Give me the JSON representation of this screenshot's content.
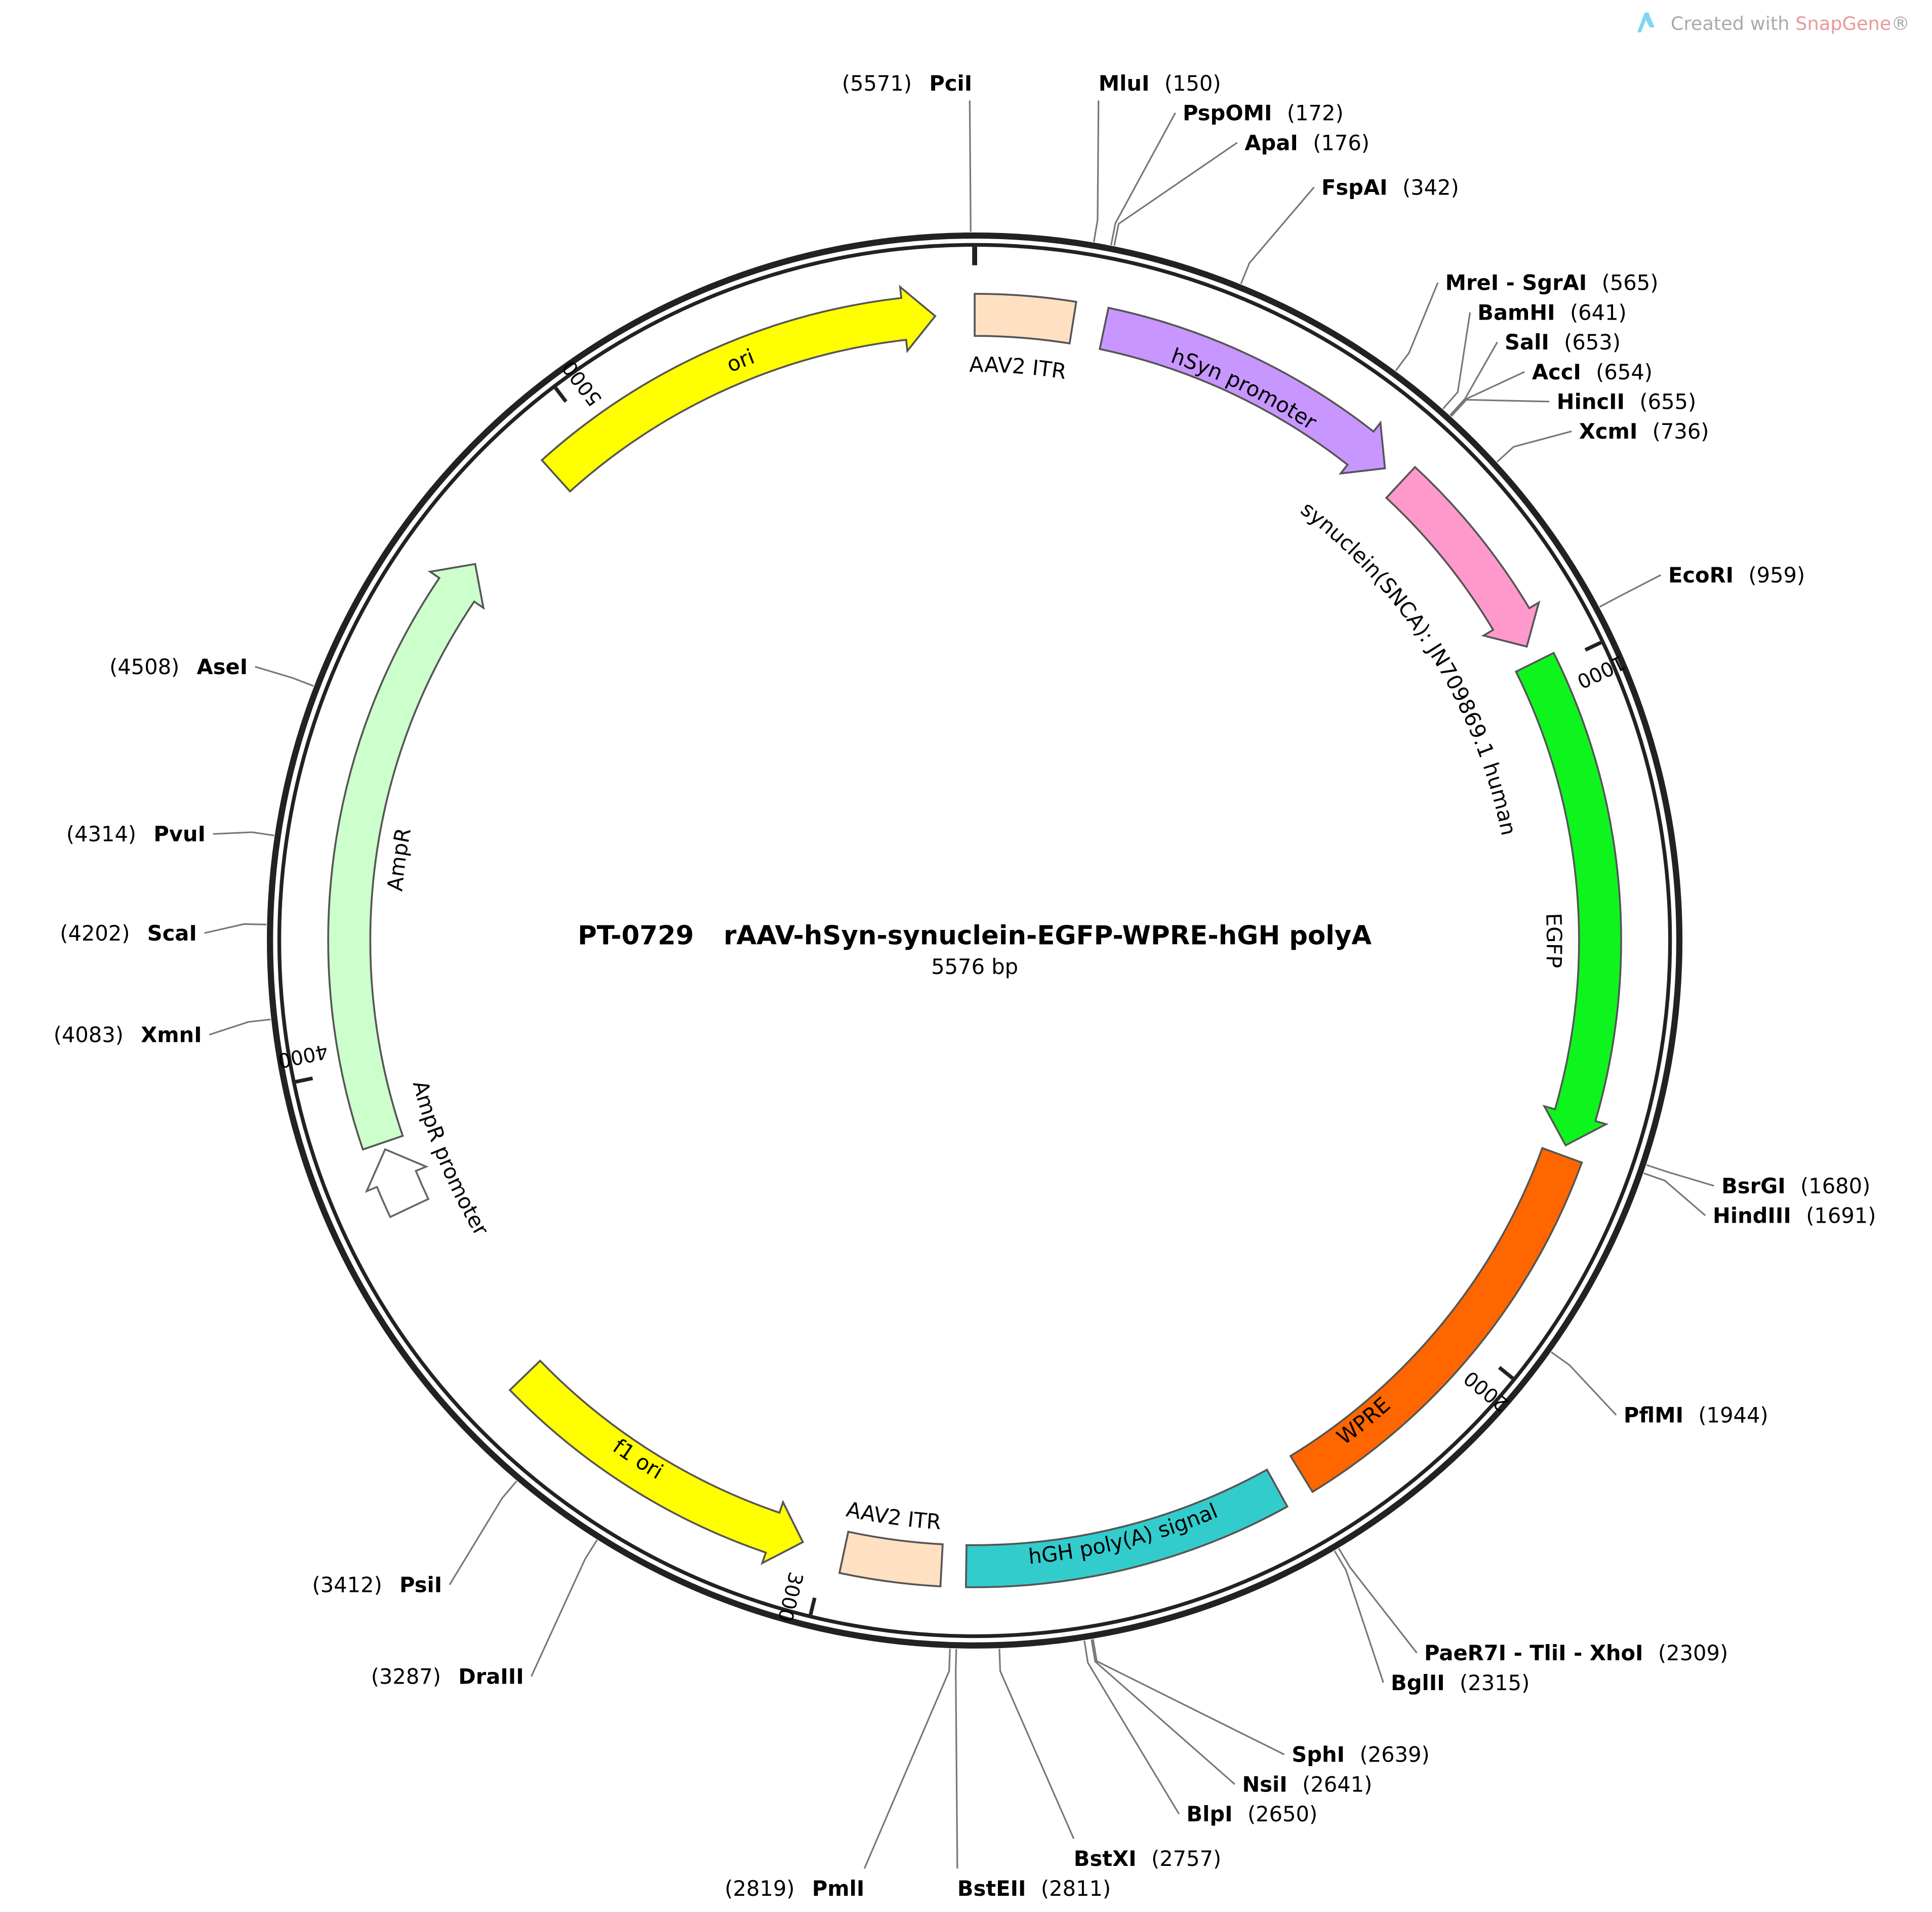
{
  "watermark": {
    "prefix": "Created with ",
    "brand": "SnapGene",
    "suffix": "®"
  },
  "plasmid": {
    "name": "PT-0729",
    "description": "rAAV-hSyn-synuclein-EGFP-WPRE-hGH polyA",
    "length": 5576,
    "length_label": "5576 bp"
  },
  "colors": {
    "backbone": "#222222",
    "site_line": "#777777",
    "outline": "#555555"
  },
  "features": [
    {
      "label": "ori",
      "start": 4925,
      "end": 5520,
      "direction": "forward",
      "color": "#ffff00",
      "text_color": "#000000"
    },
    {
      "label": "AAV2 ITR",
      "start": 0,
      "end": 140,
      "direction": "none",
      "color": "#ffe0c2",
      "text_color": "#000000"
    },
    {
      "label": "hSyn promoter",
      "start": 185,
      "end": 635,
      "direction": "forward",
      "color": "#c896ff",
      "text_color": "#000000"
    },
    {
      "label": "synuclein(SNCA): JN709869.1 human",
      "start": 665,
      "end": 960,
      "direction": "forward",
      "color": "#ff99cc",
      "text_color": "#000000"
    },
    {
      "label": "EGFP",
      "start": 985,
      "end": 1690,
      "direction": "forward",
      "color": "#0ef51e",
      "text_color": "#000000"
    },
    {
      "label": "WPRE",
      "start": 1705,
      "end": 2300,
      "direction": "none",
      "color": "#ff6600",
      "text_color": "#ffffff"
    },
    {
      "label": "hGH poly(A) signal",
      "start": 2340,
      "end": 2800,
      "direction": "none",
      "color": "#33cccc",
      "text_color": "#000000"
    },
    {
      "label": "AAV2 ITR",
      "start": 2835,
      "end": 2975,
      "direction": "none",
      "color": "#ffe0c2",
      "text_color": "#000000"
    },
    {
      "label": "f1 ori",
      "start": 3035,
      "end": 3500,
      "direction": "reverse",
      "color": "#ffff00",
      "text_color": "#000000"
    },
    {
      "label": "AmpR promoter",
      "start": 3790,
      "end": 3880,
      "direction": "forward",
      "color": "#ffffff",
      "text_color": "#000000"
    },
    {
      "label": "AmpR",
      "start": 3890,
      "end": 4755,
      "direction": "forward",
      "color": "#ccffcc",
      "text_color": "#000000"
    }
  ],
  "ticks": [
    {
      "pos": 1000,
      "label": "1000"
    },
    {
      "pos": 2000,
      "label": "2000"
    },
    {
      "pos": 3000,
      "label": "3000"
    },
    {
      "pos": 4000,
      "label": "4000"
    },
    {
      "pos": 5000,
      "label": "5000"
    }
  ],
  "sites": [
    {
      "name": "PciI",
      "pos": 5571,
      "pos_label": "(5571)"
    },
    {
      "name": "MluI",
      "pos": 150,
      "pos_label": "(150)"
    },
    {
      "name": "PspOMI",
      "pos": 172,
      "pos_label": "(172)"
    },
    {
      "name": "ApaI",
      "pos": 176,
      "pos_label": "(176)"
    },
    {
      "name": "FspAI",
      "pos": 342,
      "pos_label": "(342)"
    },
    {
      "name": "MreI - SgrAI",
      "pos": 565,
      "pos_label": "(565)"
    },
    {
      "name": "BamHI",
      "pos": 641,
      "pos_label": "(641)"
    },
    {
      "name": "SalI",
      "pos": 653,
      "pos_label": "(653)"
    },
    {
      "name": "AccI",
      "pos": 654,
      "pos_label": "(654)"
    },
    {
      "name": "HincII",
      "pos": 655,
      "pos_label": "(655)"
    },
    {
      "name": "XcmI",
      "pos": 736,
      "pos_label": "(736)"
    },
    {
      "name": "EcoRI",
      "pos": 959,
      "pos_label": "(959)"
    },
    {
      "name": "BsrGI",
      "pos": 1680,
      "pos_label": "(1680)"
    },
    {
      "name": "HindIII",
      "pos": 1691,
      "pos_label": "(1691)"
    },
    {
      "name": "PflMI",
      "pos": 1944,
      "pos_label": "(1944)"
    },
    {
      "name": "PaeR7I - TliI - XhoI",
      "pos": 2309,
      "pos_label": "(2309)"
    },
    {
      "name": "BglII",
      "pos": 2315,
      "pos_label": "(2315)"
    },
    {
      "name": "SphI",
      "pos": 2639,
      "pos_label": "(2639)"
    },
    {
      "name": "NsiI",
      "pos": 2641,
      "pos_label": "(2641)"
    },
    {
      "name": "BlpI",
      "pos": 2650,
      "pos_label": "(2650)"
    },
    {
      "name": "BstXI",
      "pos": 2757,
      "pos_label": "(2757)"
    },
    {
      "name": "BstEII",
      "pos": 2811,
      "pos_label": "(2811)"
    },
    {
      "name": "PmlI",
      "pos": 2819,
      "pos_label": "(2819)"
    },
    {
      "name": "DraIII",
      "pos": 3287,
      "pos_label": "(3287)"
    },
    {
      "name": "PsiI",
      "pos": 3412,
      "pos_label": "(3412)"
    },
    {
      "name": "XmnI",
      "pos": 4083,
      "pos_label": "(4083)"
    },
    {
      "name": "ScaI",
      "pos": 4202,
      "pos_label": "(4202)"
    },
    {
      "name": "PvuI",
      "pos": 4314,
      "pos_label": "(4314)"
    },
    {
      "name": "AseI",
      "pos": 4508,
      "pos_label": "(4508)"
    }
  ]
}
